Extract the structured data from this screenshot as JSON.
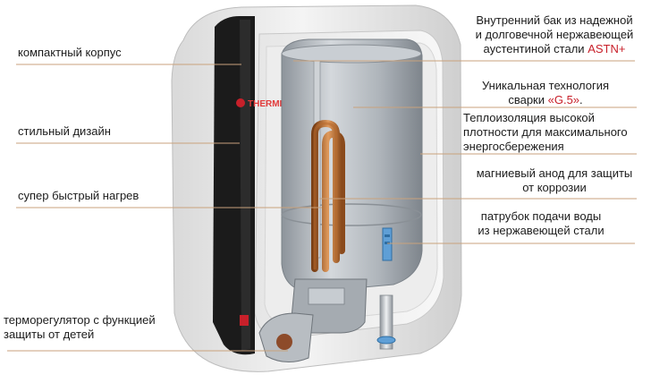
{
  "brand": {
    "logo_text": "THERMEX"
  },
  "colors": {
    "accent": "#c8202a",
    "leader_line": "#c9a27c",
    "tank_steel": "#b9bfc6",
    "body_black": "#1b1b1b",
    "copper": "#b86a2e"
  },
  "callouts": {
    "compact_body": "компактный корпус",
    "stylish_design": "стильный дизайн",
    "fast_heating": "супер быстрый нагрев",
    "thermostat_line1": "терморегулятор с функцией",
    "thermostat_line2": "защиты от детей",
    "inner_tank_line1": "Внутренний бак из надежной",
    "inner_tank_line2": "и долговечной нержавеющей",
    "inner_tank_line3_prefix": "аустентиной стали ",
    "inner_tank_line3_accent": "ASTN+",
    "welding_line1": "Уникальная технология",
    "welding_line2_prefix": "сварки ",
    "welding_line2_accent": "«G.5»",
    "welding_line2_suffix": ".",
    "insulation_line1": "Теплоизоляция высокой",
    "insulation_line2": "плотности для максимального",
    "insulation_line3": "энергосбережения",
    "anode_line1": "магниевый анод для защиты",
    "anode_line2": "от коррозии",
    "inlet_line1": "патрубок подачи воды",
    "inlet_line2": "из нержавеющей стали"
  }
}
